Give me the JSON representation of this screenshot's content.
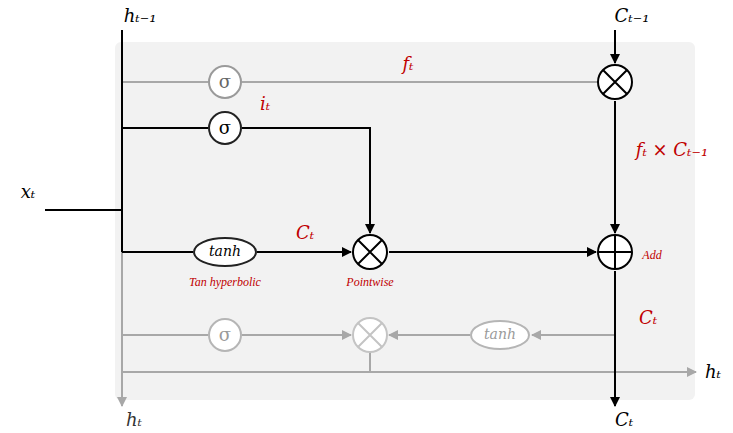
{
  "diagram": {
    "nodes": [
      {
        "text": [
          "σ"
        ]
      },
      {
        "text": [
          "σ"
        ]
      },
      {
        "text": [
          "tanh"
        ]
      },
      {
        "text": [
          "σ"
        ]
      },
      {
        "text": [
          "tanh"
        ]
      }
    ],
    "labels": [
      "hₜ₋₁",
      "Cₜ₋₁",
      "xₜ",
      "fₜ",
      "iₜ",
      "Cₜ",
      "Tan hyperbolic",
      "Pointwise",
      "fₜ × Cₜ₋₁",
      "Add",
      "Cₜ",
      "hₜ",
      "hₜ",
      "Cₜ"
    ]
  }
}
